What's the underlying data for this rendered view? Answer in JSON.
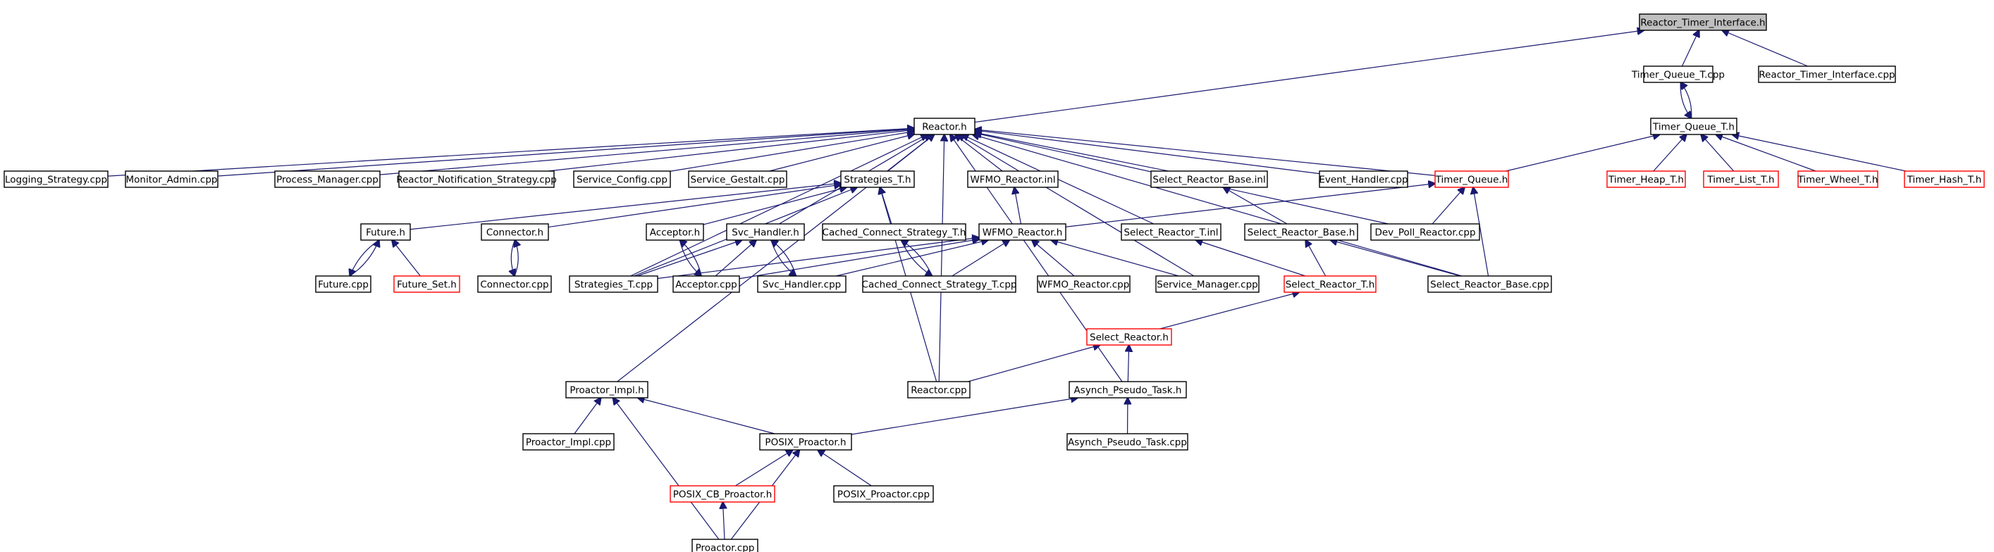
{
  "diagram": {
    "root": "Reactor_Timer_Interface.h",
    "colors": {
      "edge": "#191970",
      "highlight_border": "#ff0000",
      "root_fill": "#bfbfbf"
    },
    "nodes": [
      {
        "id": "rti_h",
        "label": "Reactor_Timer_Interface.h",
        "style": "root"
      },
      {
        "id": "tq_t_cpp",
        "label": "Timer_Queue_T.cpp",
        "style": "normal"
      },
      {
        "id": "rti_cpp",
        "label": "Reactor_Timer_Interface.cpp",
        "style": "normal"
      },
      {
        "id": "reactor_h",
        "label": "Reactor.h",
        "style": "normal"
      },
      {
        "id": "tq_t_h",
        "label": "Timer_Queue_T.h",
        "style": "normal"
      },
      {
        "id": "logging",
        "label": "Logging_Strategy.cpp",
        "style": "normal"
      },
      {
        "id": "monitor",
        "label": "Monitor_Admin.cpp",
        "style": "normal"
      },
      {
        "id": "process",
        "label": "Process_Manager.cpp",
        "style": "normal"
      },
      {
        "id": "notif",
        "label": "Reactor_Notification_Strategy.cpp",
        "style": "normal"
      },
      {
        "id": "svc_config",
        "label": "Service_Config.cpp",
        "style": "normal"
      },
      {
        "id": "svc_gestalt",
        "label": "Service_Gestalt.cpp",
        "style": "normal"
      },
      {
        "id": "strategies_t_h",
        "label": "Strategies_T.h",
        "style": "normal"
      },
      {
        "id": "wfmo_inl",
        "label": "WFMO_Reactor.inl",
        "style": "normal"
      },
      {
        "id": "sel_base_inl",
        "label": "Select_Reactor_Base.inl",
        "style": "normal"
      },
      {
        "id": "event_handler",
        "label": "Event_Handler.cpp",
        "style": "normal"
      },
      {
        "id": "timer_queue_h",
        "label": "Timer_Queue.h",
        "style": "red"
      },
      {
        "id": "timer_heap",
        "label": "Timer_Heap_T.h",
        "style": "red"
      },
      {
        "id": "timer_list",
        "label": "Timer_List_T.h",
        "style": "red"
      },
      {
        "id": "timer_wheel",
        "label": "Timer_Wheel_T.h",
        "style": "red"
      },
      {
        "id": "timer_hash",
        "label": "Timer_Hash_T.h",
        "style": "red"
      },
      {
        "id": "future_h",
        "label": "Future.h",
        "style": "normal"
      },
      {
        "id": "connector_h",
        "label": "Connector.h",
        "style": "normal"
      },
      {
        "id": "acceptor_h",
        "label": "Acceptor.h",
        "style": "normal"
      },
      {
        "id": "svc_handler_h",
        "label": "Svc_Handler.h",
        "style": "normal"
      },
      {
        "id": "cached_h",
        "label": "Cached_Connect_Strategy_T.h",
        "style": "normal"
      },
      {
        "id": "wfmo_h",
        "label": "WFMO_Reactor.h",
        "style": "normal"
      },
      {
        "id": "sel_t_inl",
        "label": "Select_Reactor_T.inl",
        "style": "normal"
      },
      {
        "id": "sel_base_h",
        "label": "Select_Reactor_Base.h",
        "style": "normal"
      },
      {
        "id": "dev_poll",
        "label": "Dev_Poll_Reactor.cpp",
        "style": "normal"
      },
      {
        "id": "future_cpp",
        "label": "Future.cpp",
        "style": "normal"
      },
      {
        "id": "future_set",
        "label": "Future_Set.h",
        "style": "red"
      },
      {
        "id": "connector_cpp",
        "label": "Connector.cpp",
        "style": "normal"
      },
      {
        "id": "strategies_t_cpp",
        "label": "Strategies_T.cpp",
        "style": "normal"
      },
      {
        "id": "acceptor_cpp",
        "label": "Acceptor.cpp",
        "style": "normal"
      },
      {
        "id": "svc_handler_cpp",
        "label": "Svc_Handler.cpp",
        "style": "normal"
      },
      {
        "id": "cached_cpp",
        "label": "Cached_Connect_Strategy_T.cpp",
        "style": "normal"
      },
      {
        "id": "wfmo_cpp",
        "label": "WFMO_Reactor.cpp",
        "style": "normal"
      },
      {
        "id": "svc_manager",
        "label": "Service_Manager.cpp",
        "style": "normal"
      },
      {
        "id": "sel_t_h",
        "label": "Select_Reactor_T.h",
        "style": "red"
      },
      {
        "id": "sel_base_cpp",
        "label": "Select_Reactor_Base.cpp",
        "style": "normal"
      },
      {
        "id": "sel_reactor_h",
        "label": "Select_Reactor.h",
        "style": "red"
      },
      {
        "id": "proactor_impl_h",
        "label": "Proactor_Impl.h",
        "style": "normal"
      },
      {
        "id": "reactor_cpp",
        "label": "Reactor.cpp",
        "style": "normal"
      },
      {
        "id": "asynch_h",
        "label": "Asynch_Pseudo_Task.h",
        "style": "normal"
      },
      {
        "id": "proactor_impl_cpp",
        "label": "Proactor_Impl.cpp",
        "style": "normal"
      },
      {
        "id": "posix_h",
        "label": "POSIX_Proactor.h",
        "style": "normal"
      },
      {
        "id": "asynch_cpp",
        "label": "Asynch_Pseudo_Task.cpp",
        "style": "normal"
      },
      {
        "id": "posix_cb_h",
        "label": "POSIX_CB_Proactor.h",
        "style": "red"
      },
      {
        "id": "posix_cpp",
        "label": "POSIX_Proactor.cpp",
        "style": "normal"
      },
      {
        "id": "proactor_cpp",
        "label": "Proactor.cpp",
        "style": "normal"
      }
    ],
    "edges": [
      [
        "tq_t_cpp",
        "rti_h"
      ],
      [
        "rti_cpp",
        "rti_h"
      ],
      [
        "reactor_h",
        "rti_h"
      ],
      [
        "tq_t_h",
        "tq_t_cpp"
      ],
      [
        "tq_t_cpp",
        "tq_t_h"
      ],
      [
        "timer_queue_h",
        "tq_t_h"
      ],
      [
        "timer_heap",
        "tq_t_h"
      ],
      [
        "timer_list",
        "tq_t_h"
      ],
      [
        "timer_wheel",
        "tq_t_h"
      ],
      [
        "timer_hash",
        "tq_t_h"
      ],
      [
        "logging",
        "reactor_h"
      ],
      [
        "monitor",
        "reactor_h"
      ],
      [
        "process",
        "reactor_h"
      ],
      [
        "notif",
        "reactor_h"
      ],
      [
        "svc_config",
        "reactor_h"
      ],
      [
        "svc_gestalt",
        "reactor_h"
      ],
      [
        "strategies_t_h",
        "reactor_h"
      ],
      [
        "wfmo_inl",
        "reactor_h"
      ],
      [
        "sel_base_inl",
        "reactor_h"
      ],
      [
        "event_handler",
        "reactor_h"
      ],
      [
        "timer_queue_h",
        "reactor_h"
      ],
      [
        "svc_handler_h",
        "reactor_h"
      ],
      [
        "sel_t_inl",
        "reactor_h"
      ],
      [
        "dev_poll",
        "reactor_h"
      ],
      [
        "svc_manager",
        "reactor_h"
      ],
      [
        "sel_base_cpp",
        "reactor_h"
      ],
      [
        "proactor_impl_h",
        "reactor_h"
      ],
      [
        "asynch_h",
        "reactor_h"
      ],
      [
        "reactor_cpp",
        "reactor_h"
      ],
      [
        "strategies_t_cpp",
        "reactor_h"
      ],
      [
        "future_h",
        "strategies_t_h"
      ],
      [
        "connector_h",
        "strategies_t_h"
      ],
      [
        "acceptor_h",
        "strategies_t_h"
      ],
      [
        "cached_h",
        "strategies_t_h"
      ],
      [
        "strategies_t_cpp",
        "strategies_t_h"
      ],
      [
        "reactor_cpp",
        "strategies_t_h"
      ],
      [
        "future_cpp",
        "future_h"
      ],
      [
        "future_h",
        "future_cpp"
      ],
      [
        "future_set",
        "future_h"
      ],
      [
        "connector_cpp",
        "connector_h"
      ],
      [
        "connector_h",
        "connector_cpp"
      ],
      [
        "acceptor_cpp",
        "acceptor_h"
      ],
      [
        "acceptor_h",
        "acceptor_cpp"
      ],
      [
        "strategies_t_cpp",
        "svc_handler_h"
      ],
      [
        "acceptor_cpp",
        "svc_handler_h"
      ],
      [
        "svc_handler_cpp",
        "svc_handler_h"
      ],
      [
        "svc_handler_h",
        "svc_handler_cpp"
      ],
      [
        "cached_cpp",
        "cached_h"
      ],
      [
        "cached_h",
        "cached_cpp"
      ],
      [
        "wfmo_h",
        "wfmo_inl"
      ],
      [
        "strategies_t_cpp",
        "wfmo_h"
      ],
      [
        "acceptor_cpp",
        "wfmo_h"
      ],
      [
        "svc_handler_cpp",
        "wfmo_h"
      ],
      [
        "cached_cpp",
        "wfmo_h"
      ],
      [
        "wfmo_cpp",
        "wfmo_h"
      ],
      [
        "svc_manager",
        "wfmo_h"
      ],
      [
        "wfmo_h",
        "timer_queue_h"
      ],
      [
        "dev_poll",
        "timer_queue_h"
      ],
      [
        "sel_base_cpp",
        "timer_queue_h"
      ],
      [
        "sel_base_h",
        "sel_base_inl"
      ],
      [
        "sel_t_h",
        "sel_base_h"
      ],
      [
        "sel_base_cpp",
        "sel_base_h"
      ],
      [
        "sel_t_h",
        "sel_t_inl"
      ],
      [
        "sel_reactor_h",
        "sel_t_h"
      ],
      [
        "reactor_cpp",
        "sel_reactor_h"
      ],
      [
        "asynch_h",
        "sel_reactor_h"
      ],
      [
        "proactor_impl_cpp",
        "proactor_impl_h"
      ],
      [
        "posix_h",
        "proactor_impl_h"
      ],
      [
        "proactor_cpp",
        "proactor_impl_h"
      ],
      [
        "posix_h",
        "asynch_h"
      ],
      [
        "asynch_cpp",
        "asynch_h"
      ],
      [
        "posix_cb_h",
        "posix_h"
      ],
      [
        "posix_cpp",
        "posix_h"
      ],
      [
        "proactor_cpp",
        "posix_h"
      ],
      [
        "proactor_cpp",
        "posix_cb_h"
      ]
    ]
  }
}
